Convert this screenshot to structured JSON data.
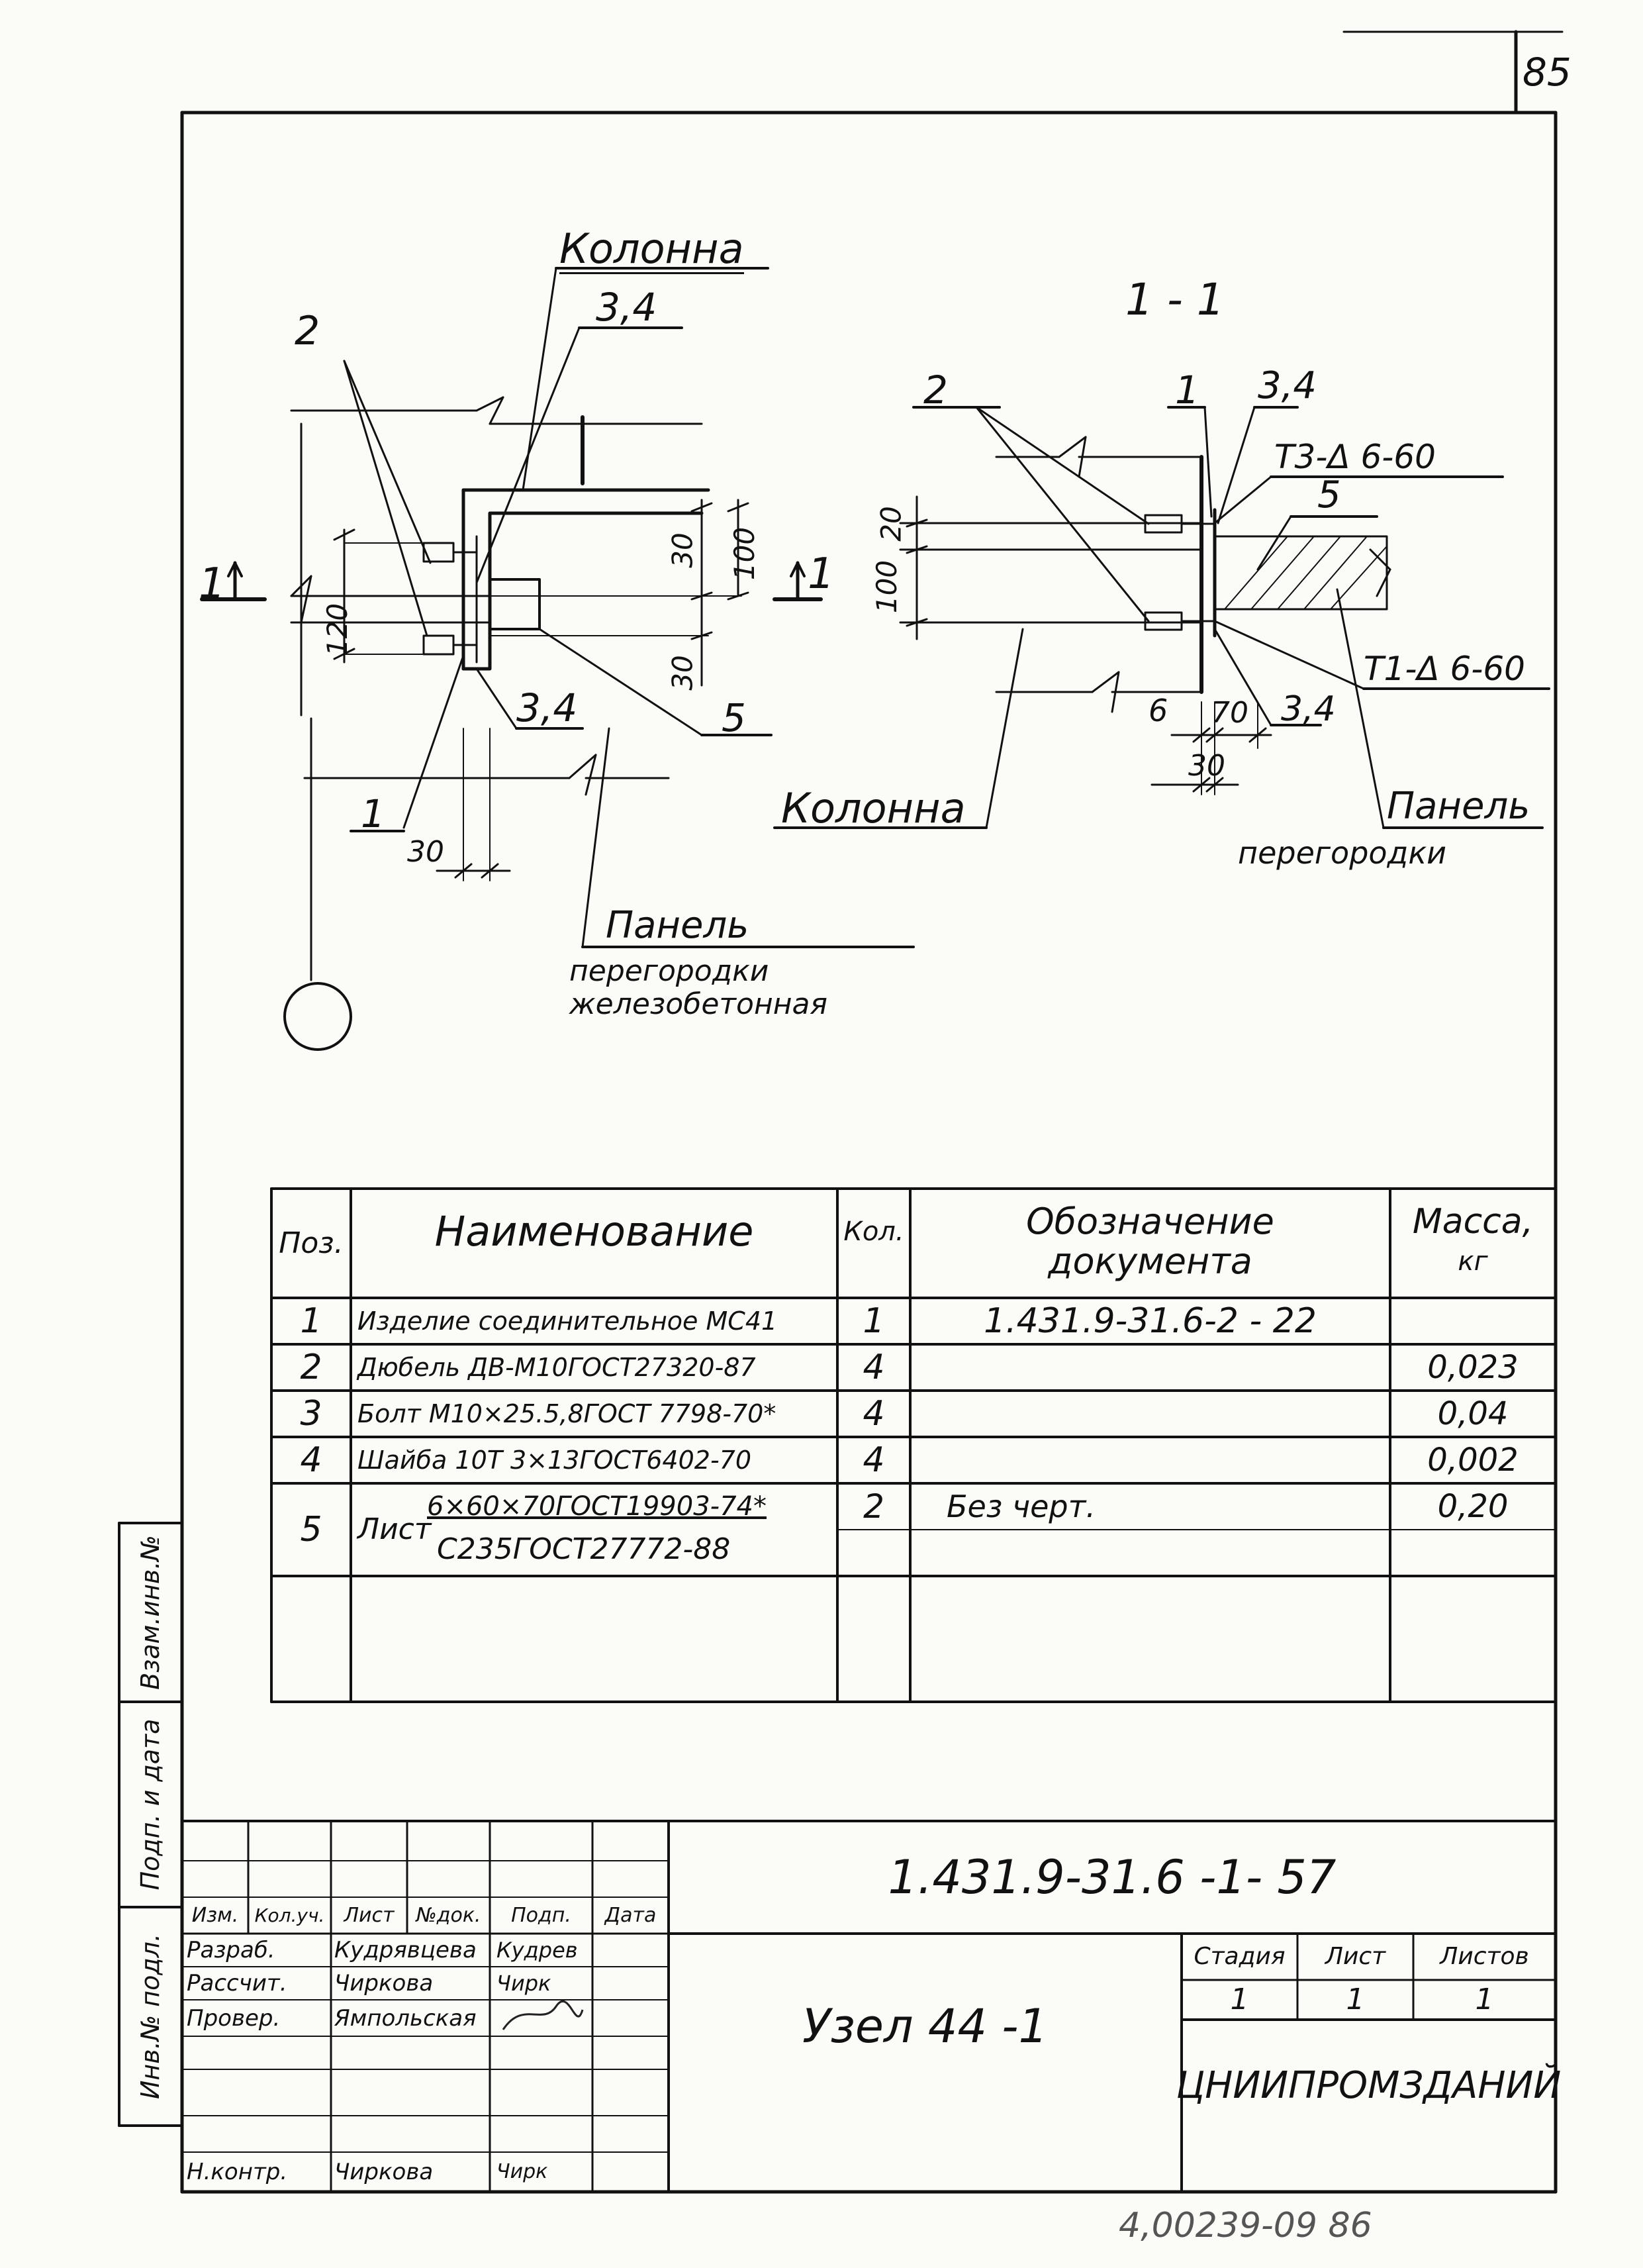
{
  "sheet": {
    "page_number": "85",
    "bottom_note": "4,00239-09   86"
  },
  "drawing": {
    "left_view": {
      "label_kolonna": "Колонна",
      "label_34_top": "3,4",
      "label_2": "2",
      "label_section_mark": "1",
      "dim_120": "120",
      "dim_30_top": "30",
      "dim_100": "100",
      "dim_30_bottom": "30",
      "label_34_bottom": "3,4",
      "label_5": "5",
      "label_1": "1",
      "dim_30_base": "30",
      "label_panel_line1": "Панель",
      "label_panel_line2": "перегородки",
      "label_panel_line3": "железобетонная"
    },
    "right_view": {
      "section_title": "1 - 1",
      "label_2": "2",
      "label_1": "1",
      "label_34_top": "3,4",
      "weld_top": "Т3-Δ 6-60",
      "label_5": "5",
      "dim_20": "20",
      "dim_100": "100",
      "weld_bottom": "Т1-Δ 6-60",
      "dim_6": "6",
      "dim_70": "70",
      "label_34_bottom": "3,4",
      "dim_30": "30",
      "label_kolonna": "Колонна",
      "label_panel_line1": "Панель",
      "label_panel_line2": "перегородки"
    }
  },
  "spec_table": {
    "headers": {
      "pos": "Поз.",
      "name": "Наименование",
      "qty": "Кол.",
      "doc_line1": "Обозначение",
      "doc_line2": "документа",
      "mass_line1": "Масса,",
      "mass_line2": "кг"
    },
    "rows": [
      {
        "pos": "1",
        "name": "Изделие соединительное МС41",
        "qty": "1",
        "doc": "1.431.9-31.6-2 - 22",
        "mass": ""
      },
      {
        "pos": "2",
        "name": "Дюбель ДВ-М10ГОСТ27320-87",
        "qty": "4",
        "doc": "",
        "mass": "0,023"
      },
      {
        "pos": "3",
        "name": "Болт М10×25.5,8ГОСТ 7798-70*",
        "qty": "4",
        "doc": "",
        "mass": "0,04"
      },
      {
        "pos": "4",
        "name": "Шайба 10Т 3×13ГОСТ6402-70",
        "qty": "4",
        "doc": "",
        "mass": "0,002"
      },
      {
        "pos": "5",
        "name_prefix": "Лист",
        "name_line1": "6×60×70ГОСТ19903-74*",
        "name_line2": "С235ГОСТ27772-88",
        "qty": "2",
        "doc": "Без черт.",
        "mass": "0,20"
      }
    ]
  },
  "side_stamp": {
    "inv_podl": "Инв.№ подл.",
    "podp_data": "Подп. и дата",
    "vzam_inv": "Взам.инв.№"
  },
  "title_block": {
    "doc_code": "1.431.9-31.6 -1- 57",
    "node_title": "Узел 44 -1",
    "org": "ЦНИИПРОМЗДАНИЙ",
    "col_heads": [
      "Изм.",
      "Кол.уч.",
      "Лист",
      "№док.",
      "Подп.",
      "Дата"
    ],
    "roles": [
      {
        "role": "Разраб.",
        "name": "Кудрявцева",
        "sign": "Кудрев"
      },
      {
        "role": "Рассчит.",
        "name": "Чиркова",
        "sign": "Чирк"
      },
      {
        "role": "Провер.",
        "name": "Ямпольская",
        "sign": ""
      },
      {
        "role": "",
        "name": "",
        "sign": ""
      },
      {
        "role": "Н.контр.",
        "name": "Чиркова",
        "sign": "Чирк"
      }
    ],
    "stage_head": "Стадия",
    "sheet_head": "Лист",
    "sheets_head": "Листов",
    "stage_val": "1",
    "sheet_val": "1",
    "sheets_val": "1"
  }
}
